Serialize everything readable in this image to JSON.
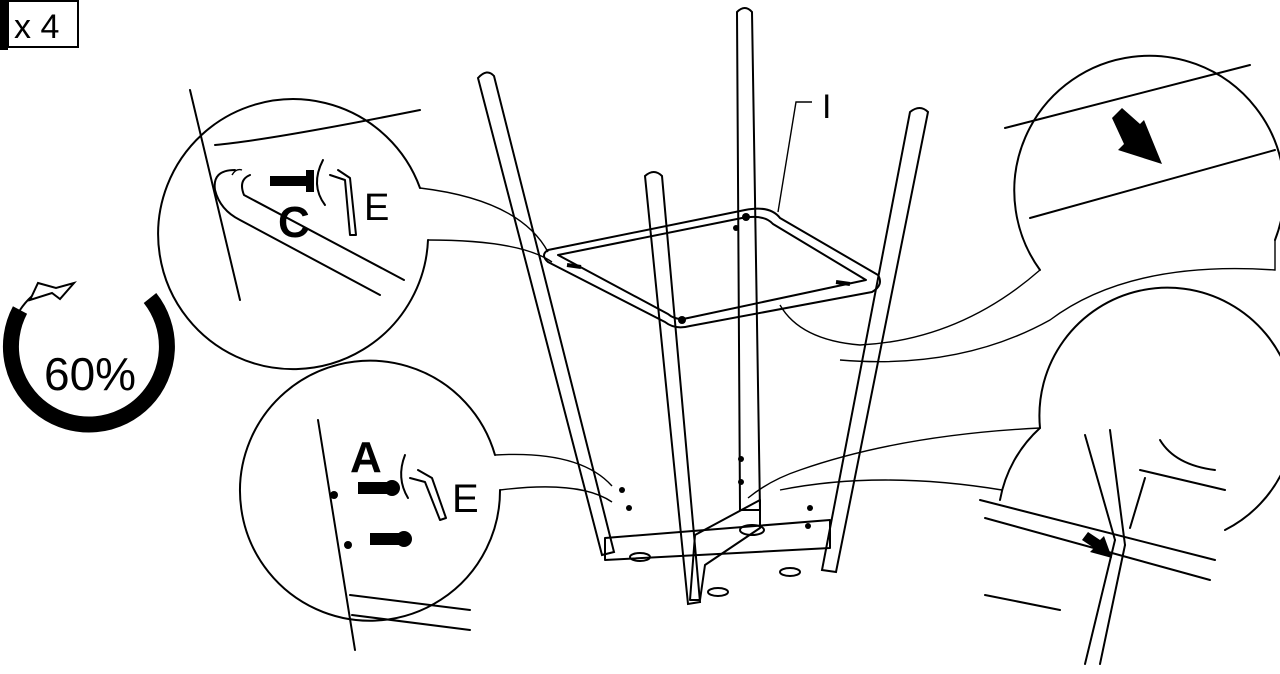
{
  "quantity_badge": {
    "text": "x 4"
  },
  "progress": {
    "text": "60%",
    "fraction": 0.6
  },
  "labels": {
    "frame_part": "I",
    "screw_top": "C",
    "wrench_top": "E",
    "screw_bottom": "A",
    "wrench_bottom": "E"
  },
  "colors": {
    "ink": "#000000",
    "paper": "#ffffff"
  }
}
